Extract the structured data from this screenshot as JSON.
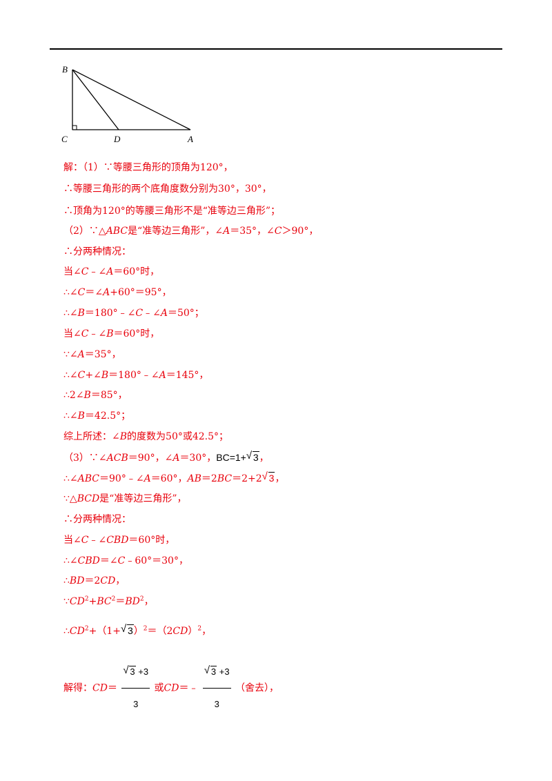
{
  "figure": {
    "label_b": "B",
    "label_c": "C",
    "label_d": "D",
    "label_a": "A"
  },
  "lines": {
    "l1": "解：（1）∵等腰三角形的顶角为120°，",
    "l2": "∴等腰三角形的两个底角度数分别为30°，30°，",
    "l3": "∴顶角为120°的等腰三角形不是“准等边三角形”；",
    "l4a": "（2）∵△",
    "l4b": "ABC",
    "l4c": "是“准等边三角形”，∠",
    "l4d": "A",
    "l4e": "＝35°，∠",
    "l4f": "C",
    "l4g": "＞90°，",
    "l5": "∴分两种情况：",
    "l6a": "当∠",
    "l6b": "C",
    "l6c": "﹣∠",
    "l6d": "A",
    "l6e": "＝60°时，",
    "l7a": "∴∠",
    "l7b": "C",
    "l7c": "＝∠",
    "l7d": "A",
    "l7e": "+60°＝95°，",
    "l8a": "∴∠",
    "l8b": "B",
    "l8c": "＝180°﹣∠",
    "l8d": "C",
    "l8e": "﹣∠",
    "l8f": "A",
    "l8g": "＝50°；",
    "l9a": "当∠",
    "l9b": "C",
    "l9c": "﹣∠",
    "l9d": "B",
    "l9e": "＝60°时，",
    "l10a": "∵∠",
    "l10b": "A",
    "l10c": "＝35°，",
    "l11a": "∴∠",
    "l11b": "C",
    "l11c": "+∠",
    "l11d": "B",
    "l11e": "＝180°﹣∠",
    "l11f": "A",
    "l11g": "＝145°，",
    "l12a": "∴2∠",
    "l12b": "B",
    "l12c": "＝85°，",
    "l13a": "∴∠",
    "l13b": "B",
    "l13c": "＝42.5°；",
    "l14a": "综上所述：∠",
    "l14b": "B",
    "l14c": "的度数为50°或42.5°；",
    "l15a": "（3）∵∠",
    "l15b": "ACB",
    "l15c": "＝90°，∠",
    "l15d": "A",
    "l15e": "＝30°，",
    "l15f": "BC=1+",
    "l15g": "3",
    "l15h": "，",
    "l16a": "∴∠",
    "l16b": "ABC",
    "l16c": "＝90°﹣∠",
    "l16d": "A",
    "l16e": "＝60°，",
    "l16f": "AB",
    "l16g": "＝2",
    "l16h": "BC",
    "l16i": "＝2+2",
    "l16j": "3",
    "l16k": "，",
    "l17a": "∵△",
    "l17b": "BCD",
    "l17c": "是“准等边三角形”，",
    "l18": "∴分两种情况：",
    "l19a": "当∠",
    "l19b": "C",
    "l19c": "﹣∠",
    "l19d": "CBD",
    "l19e": "＝60°时，",
    "l20a": "∴∠",
    "l20b": "CBD",
    "l20c": "＝∠",
    "l20d": "C",
    "l20e": "﹣60°＝30°，",
    "l21a": "∴",
    "l21b": "BD",
    "l21c": "＝2",
    "l21d": "CD",
    "l21e": "，",
    "l22a": "∵",
    "l22b": "CD",
    "l22c": "2",
    "l22d": "+",
    "l22e": "BC",
    "l22f": "2",
    "l22g": "＝",
    "l22h": "BD",
    "l22i": "2",
    "l22j": "，",
    "l23a": "∴",
    "l23b": "CD",
    "l23c": "2",
    "l23d": "+（1+",
    "l23e": "3",
    "l23f": "）",
    "l23g": "2",
    "l23h": "＝（2",
    "l23i": "CD",
    "l23j": "）",
    "l23k": "2",
    "l23l": "，",
    "l24a": "解得：",
    "l24b": "CD",
    "l24c": "＝",
    "l24d": "3",
    "l24e": " +3",
    "l24f": "3",
    "l24g": "或",
    "l24h": "CD",
    "l24i": "＝﹣",
    "l24j": "3",
    "l24k": " +3",
    "l24l": "3",
    "l24m": "（舍去），"
  }
}
